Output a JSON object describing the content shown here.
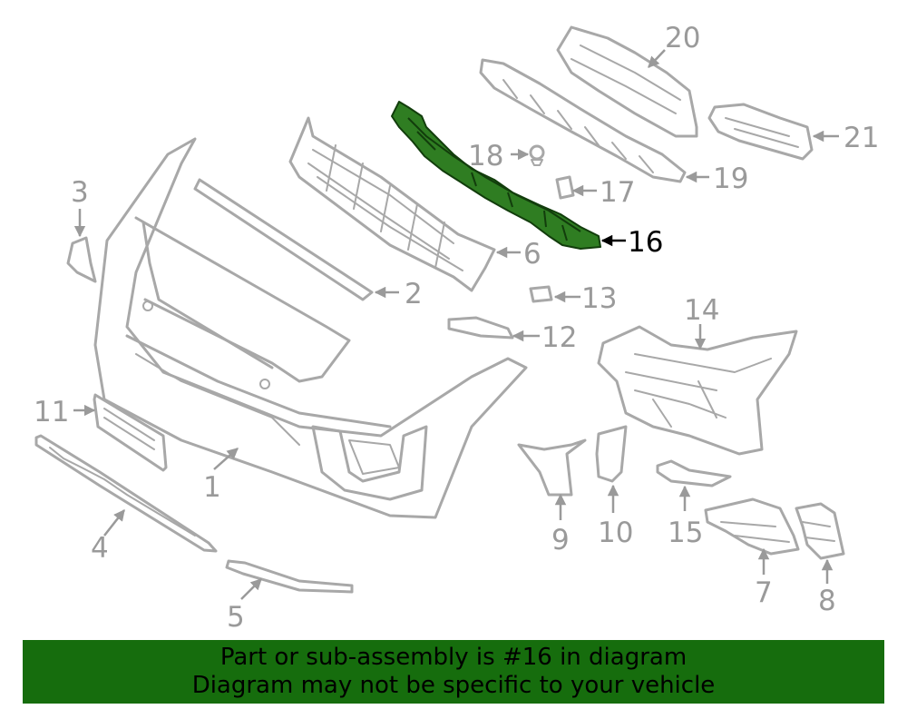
{
  "diagram": {
    "highlighted_part": "16",
    "callouts": [
      "1",
      "2",
      "3",
      "4",
      "5",
      "6",
      "7",
      "8",
      "9",
      "10",
      "11",
      "12",
      "13",
      "14",
      "15",
      "16",
      "17",
      "18",
      "19",
      "20",
      "21"
    ]
  },
  "banner": {
    "line1": "Part or sub-assembly is #16 in diagram",
    "line2": "Diagram may not be specific to your vehicle",
    "color": "#166d0d"
  },
  "colors": {
    "highlight_fill": "#2f7d22",
    "part_stroke": "#a8a8a8"
  }
}
